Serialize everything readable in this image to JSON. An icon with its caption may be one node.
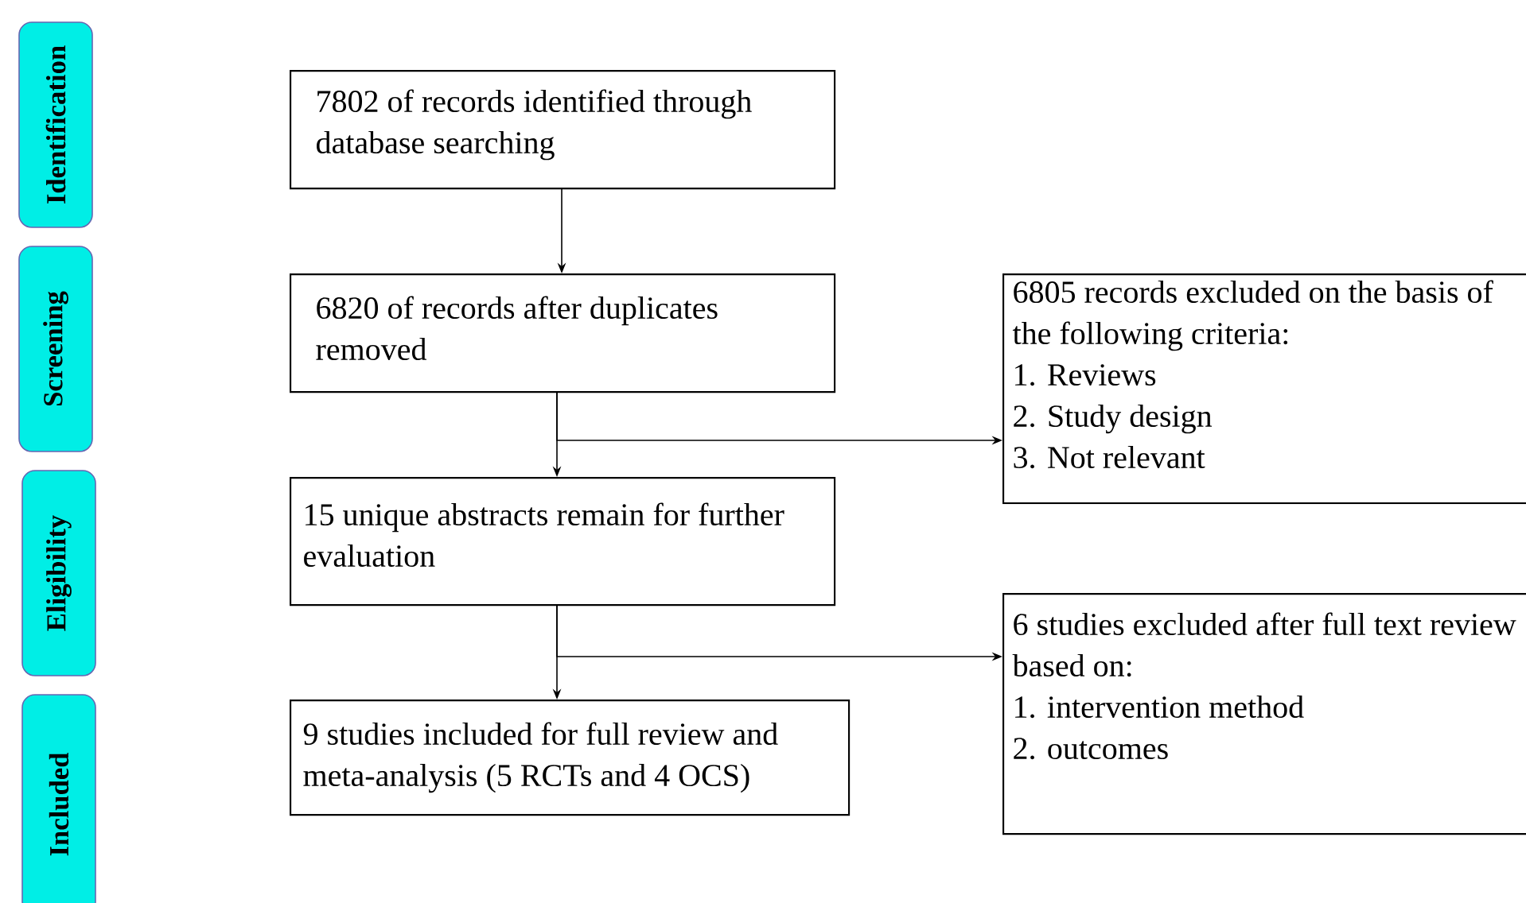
{
  "diagram": {
    "nodes": [
      {
        "text": [
          "Identification"
        ]
      },
      {
        "text": [
          "Screening"
        ]
      },
      {
        "text": [
          "Eligibility"
        ]
      },
      {
        "text": [
          "Included"
        ]
      },
      {
        "text": [
          "7802 of records identified through database searching"
        ]
      },
      {
        "text": [
          "6820 of records after duplicates removed"
        ]
      },
      {
        "text": [
          "15 unique abstracts remain for further evaluation"
        ]
      },
      {
        "text": [
          "9 studies included for full review and meta-analysis (5 RCTs and 4 OCS)"
        ]
      },
      {
        "text": [
          "6805 records excluded on the basis of the following criteria:",
          "1. Reviews",
          "2. Study design",
          "3. Not relevant"
        ]
      },
      {
        "text": [
          "6 studies excluded after full text review based on:",
          "1. intervention method",
          "2. outcomes"
        ]
      }
    ],
    "edges": [
      {
        "from": 4,
        "to": 5,
        "arrow": "to"
      },
      {
        "from": 5,
        "to": 6,
        "arrow": "to"
      },
      {
        "from": 5,
        "to": 8,
        "arrow": "to"
      },
      {
        "from": 6,
        "to": 7,
        "arrow": "to"
      },
      {
        "from": 6,
        "to": 9,
        "arrow": "to"
      }
    ]
  }
}
